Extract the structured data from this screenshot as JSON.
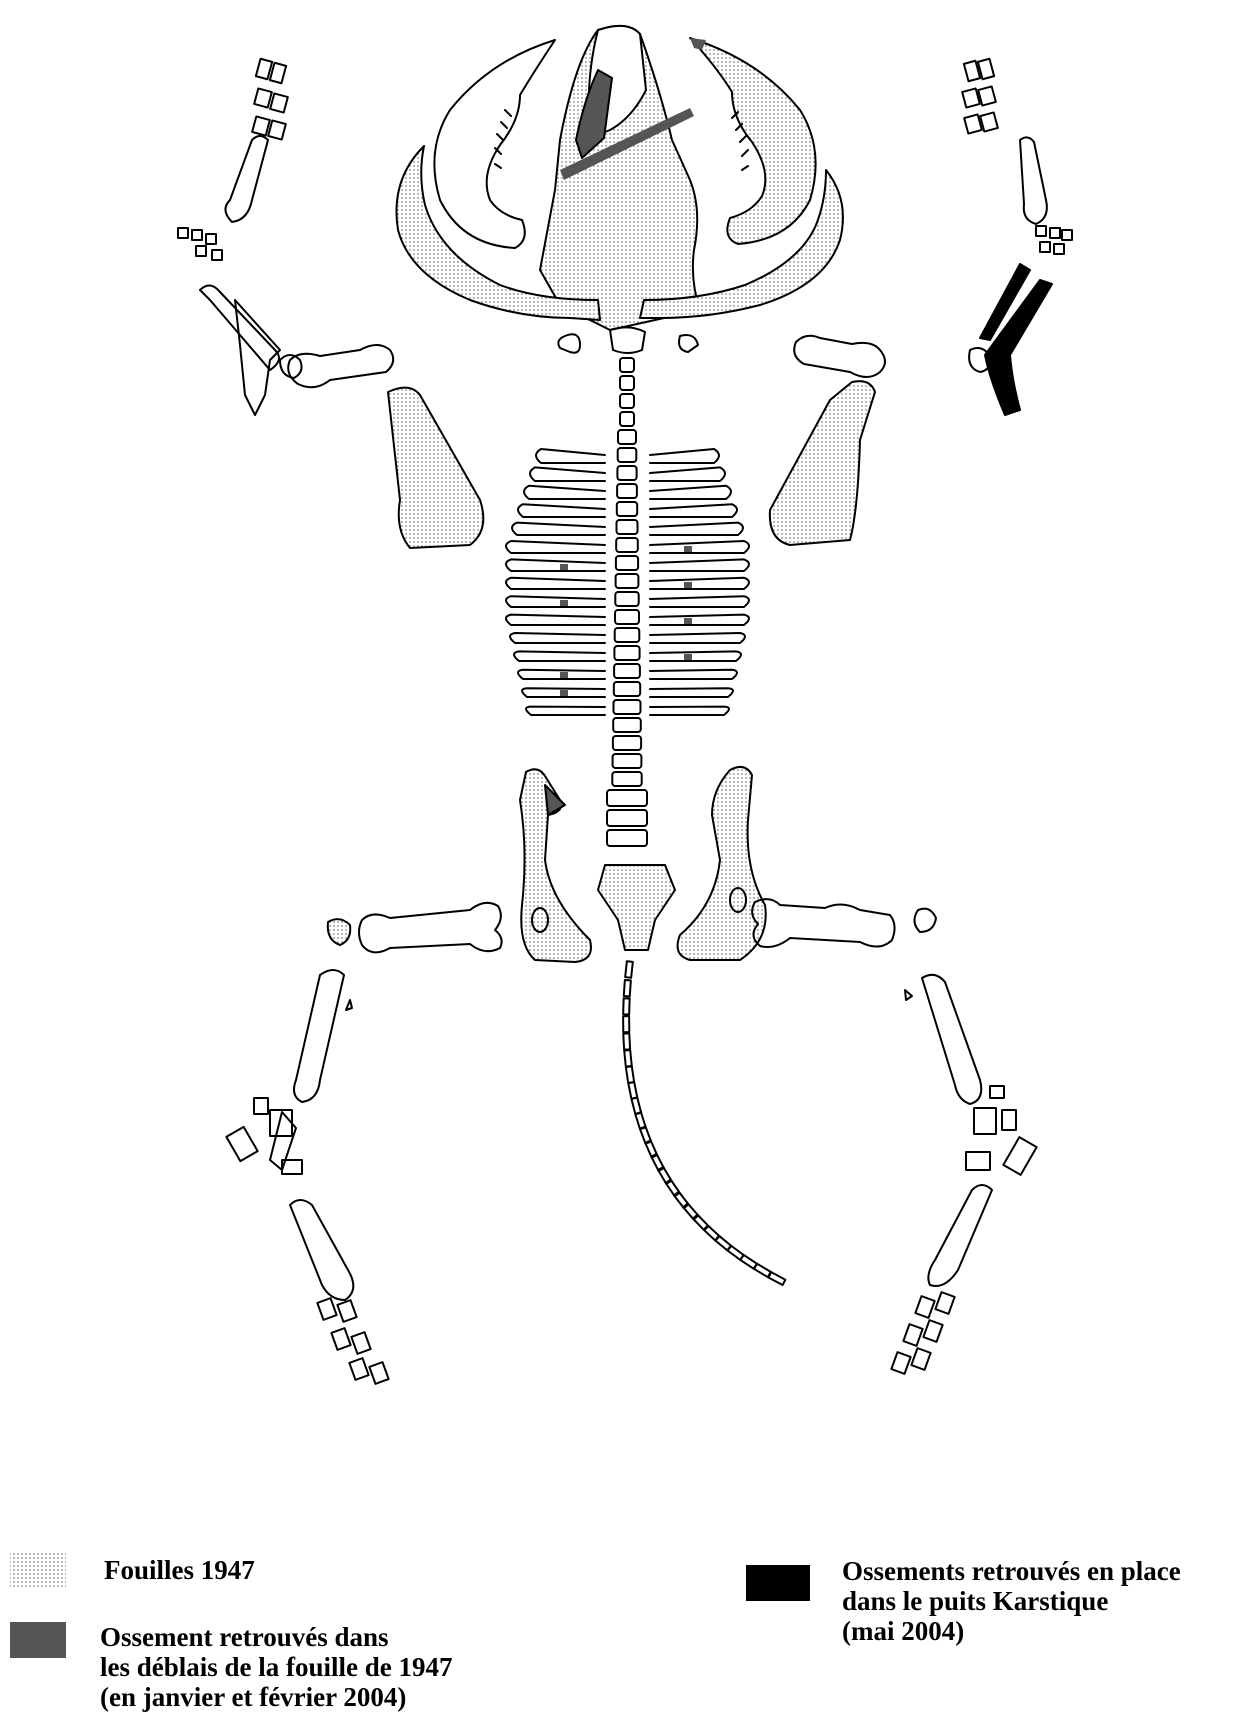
{
  "legend": {
    "fouilles_label": "Fouilles 1947",
    "deblais_lines": [
      "Ossement retrouvés dans",
      "les déblais de la fouille de 1947",
      "(en janvier et février 2004)"
    ],
    "puits_lines": [
      "Ossements retrouvés en place",
      "dans le puits Karstique",
      "(mai 2004)"
    ]
  },
  "colors": {
    "outline": "#000000",
    "stipple": "#a8a8a8",
    "deblais": "#555555",
    "puits": "#000000"
  }
}
